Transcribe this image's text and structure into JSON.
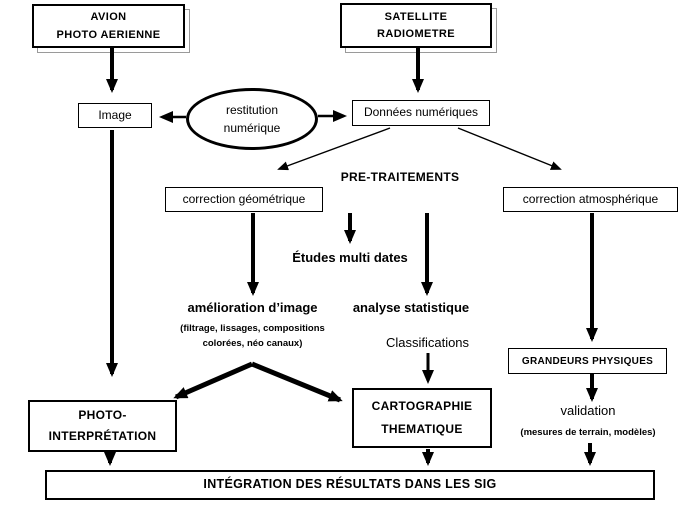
{
  "diagram": {
    "colors": {
      "line": "#000000",
      "box_fill": "#ffffff",
      "shadow_border": "#9a9a9a"
    },
    "nodes": {
      "avion": {
        "line1": "AVION",
        "line2": "PHOTO AERIENNE"
      },
      "satellite": {
        "line1": "SATELLITE",
        "line2": "RADIOMETRE"
      },
      "image": {
        "label": "Image"
      },
      "restitution": {
        "line1": "restitution",
        "line2": "numérique"
      },
      "donnees": {
        "label": "Données numériques"
      },
      "pretraitements": {
        "label": "PRE-TRAITEMENTS"
      },
      "correction_geometrique": {
        "label": "correction géométrique"
      },
      "correction_atmospherique": {
        "label": "correction atmosphérique"
      },
      "etudes_multi_dates": {
        "label": "Études multi dates"
      },
      "amelioration": {
        "label": "amélioration d’image",
        "sub_line1": "(filtrage, lissages, compositions",
        "sub_line2": "colorées, néo canaux)"
      },
      "analyse_statistique": {
        "label": "analyse statistique"
      },
      "classifications": {
        "label": "Classifications"
      },
      "grandeurs_physiques": {
        "label": "GRANDEURS PHYSIQUES"
      },
      "validation": {
        "label": "validation",
        "sub": "(mesures de terrain, modèles)"
      },
      "photo_interpretation": {
        "line1": "PHOTO-",
        "line2": "INTERPRÉTATION"
      },
      "cartographie": {
        "line1": "CARTOGRAPHIE",
        "line2": "THEMATIQUE"
      },
      "integration_sig": {
        "label": "INTÉGRATION DES RÉSULTATS DANS LES SIG"
      }
    }
  }
}
